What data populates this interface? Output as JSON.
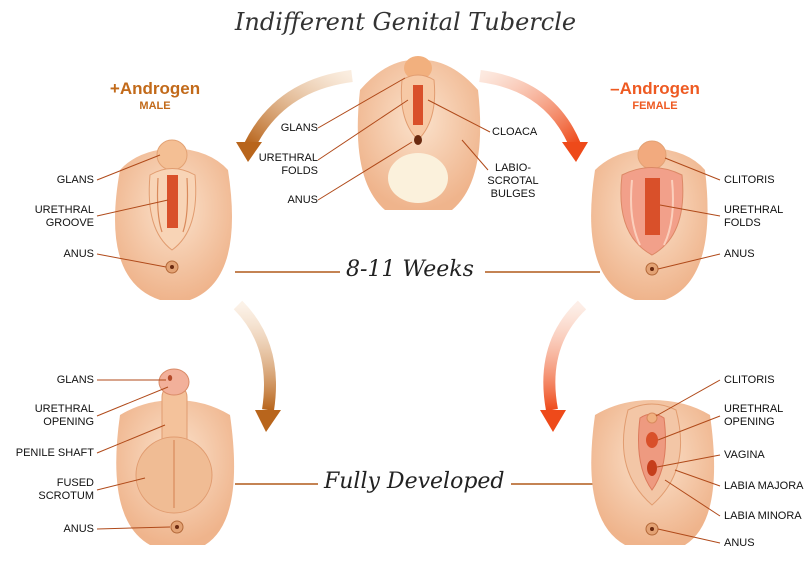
{
  "title": "Indifferent Genital Tubercle",
  "stages": {
    "mid": "8-11 Weeks",
    "final": "Fully Developed"
  },
  "male": {
    "hormone": "+Androgen",
    "sex": "MALE"
  },
  "female": {
    "hormone": "–Androgen",
    "sex": "FEMALE"
  },
  "indifferent_labels": {
    "glans": "GLANS",
    "urethral_folds": "URETHRAL\nFOLDS",
    "anus": "ANUS",
    "cloaca": "CLOACA",
    "labioscrotal": "LABIO-\nSCROTAL\nBULGES"
  },
  "male_mid_labels": {
    "glans": "GLANS",
    "groove": "URETHRAL\nGROOVE",
    "anus": "ANUS"
  },
  "female_mid_labels": {
    "clitoris": "CLITORIS",
    "folds": "URETHRAL\nFOLDS",
    "anus": "ANUS"
  },
  "male_final_labels": {
    "glans": "GLANS",
    "opening": "URETHRAL\nOPENING",
    "shaft": "PENILE SHAFT",
    "scrotum": "FUSED\nSCROTUM",
    "anus": "ANUS"
  },
  "female_final_labels": {
    "clitoris": "CLITORIS",
    "opening": "URETHRAL\nOPENING",
    "vagina": "VAGINA",
    "labia_majora": "LABIA MAJORA",
    "labia_minora": "LABIA MINORA",
    "anus": "ANUS"
  },
  "colors": {
    "male": "#c26a1a",
    "female": "#ee5a22",
    "skin": "#f6c9a6",
    "skin_dark": "#e8a47c",
    "line": "#b04a1a"
  }
}
